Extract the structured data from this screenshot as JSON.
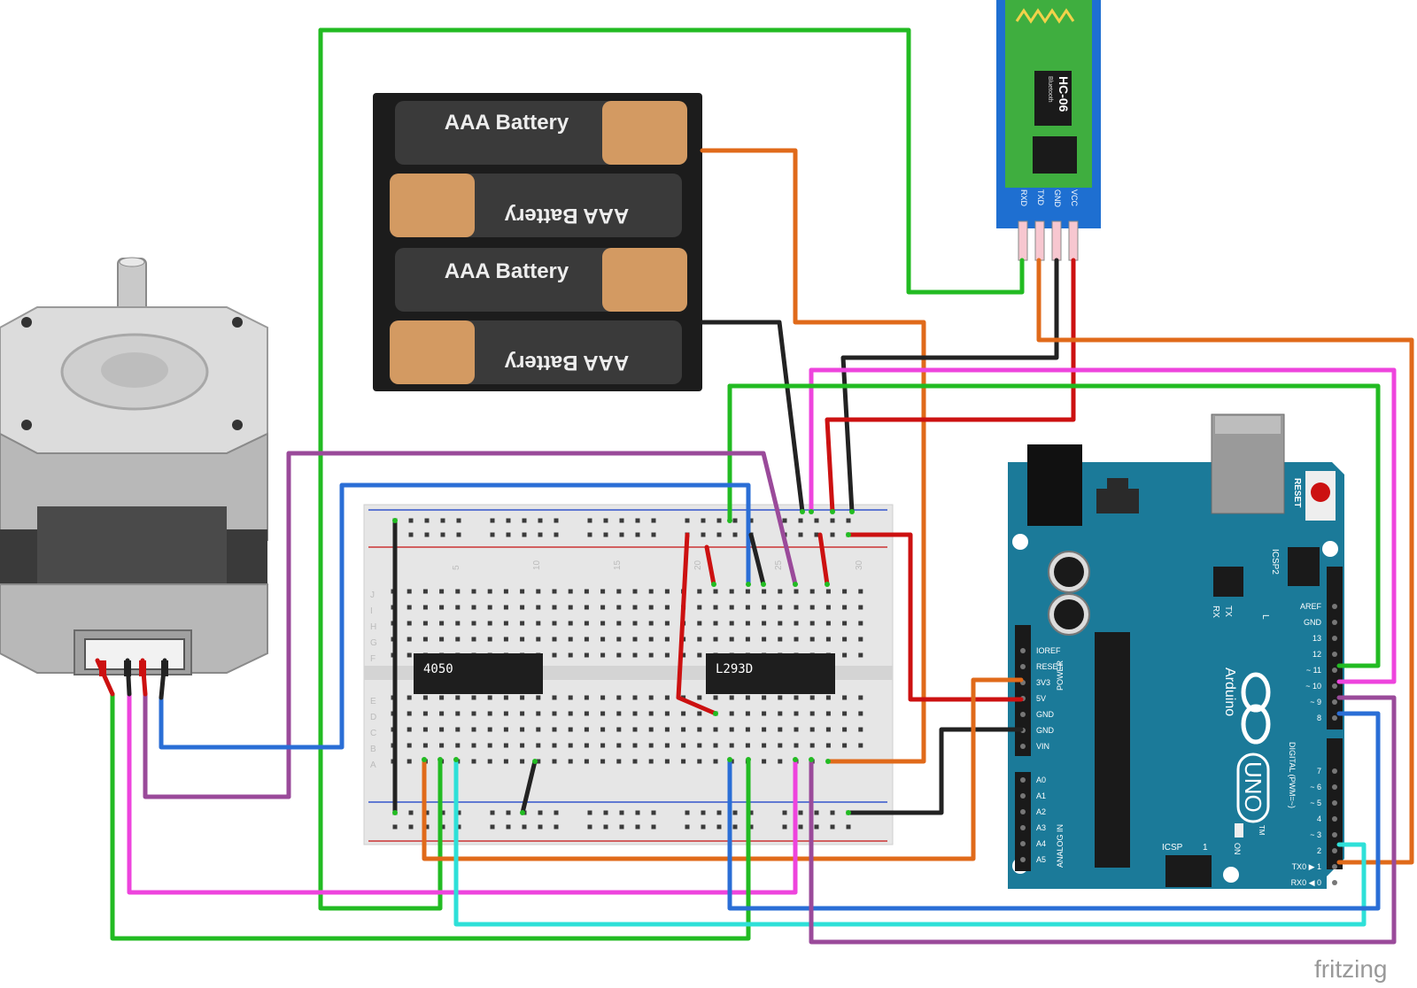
{
  "battery_pack": {
    "cells": [
      {
        "label": "AAA Battery",
        "flipped": false
      },
      {
        "label": "AAA Battery",
        "flipped": true
      },
      {
        "label": "AAA Battery",
        "flipped": false
      },
      {
        "label": "AAA Battery",
        "flipped": true
      }
    ]
  },
  "bluetooth": {
    "chip_label": "HC-06",
    "chip_sublabel": "Bluetooth",
    "pins": [
      "RXD",
      "TXD",
      "GND",
      "VCC"
    ]
  },
  "breadboard": {
    "ic1_label": "4050",
    "ic2_label": "L293D",
    "row_letters_top": [
      "J",
      "I",
      "H",
      "G",
      "F"
    ],
    "row_letters_bottom": [
      "E",
      "D",
      "C",
      "B",
      "A"
    ],
    "column_numbers": [
      "5",
      "10",
      "15",
      "20",
      "25",
      "30"
    ]
  },
  "arduino": {
    "name": "Arduino",
    "model": "UNO",
    "tm": "TM",
    "reset_label": "RESET",
    "icsp2_label": "ICSP2",
    "icsp_label": "ICSP",
    "icsp_pin": "1",
    "led_labels": [
      "TX",
      "RX",
      "L"
    ],
    "on_label": "ON",
    "power_header_label": "POWER",
    "analog_header_label": "ANALOG IN",
    "digital_header_label": "DIGITAL (PWM=~)",
    "power_pins": [
      "IOREF",
      "RESET",
      "3V3",
      "5V",
      "GND",
      "GND",
      "VIN"
    ],
    "analog_pins": [
      "A0",
      "A1",
      "A2",
      "A3",
      "A4",
      "A5"
    ],
    "digital_pins_top": [
      "AREF",
      "GND",
      "13",
      "12",
      "~ 11",
      "~ 10",
      "~ 9",
      "8"
    ],
    "digital_pins_bottom": [
      "7",
      "~ 6",
      "~ 5",
      "4",
      "~ 3",
      "2",
      "TX0 ▶ 1",
      "RX0 ◀ 0"
    ]
  },
  "watermark": "fritzing",
  "colors": {
    "green": "#22bb22",
    "orange": "#e06a1a",
    "magenta": "#ee44dd",
    "purple": "#9a4a9a",
    "blue": "#2a6ed6",
    "red": "#cc1111",
    "black": "#222222",
    "cyan": "#2ee0d8",
    "arduino_teal": "#1b7a99",
    "bt_blue": "#1e6fd1",
    "bt_green": "#3fae3f"
  }
}
